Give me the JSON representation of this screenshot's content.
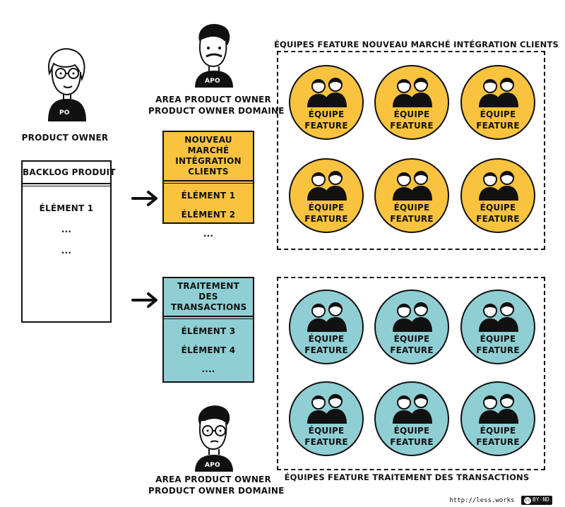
{
  "product_owner": {
    "label": "PRODUCT OWNER",
    "badge": "PO",
    "backlog_title": "BACKLOG PRODUIT",
    "items": [
      "ÉLÉMENT 1",
      "...",
      "..."
    ]
  },
  "areas": [
    {
      "apo_badge": "APO",
      "owner_label_1": "AREA PRODUCT OWNER",
      "owner_label_2": "PRODUCT OWNER DOMAINE",
      "backlog_title": "NOUVEAU MARCHÉ INTÉGRATION CLIENTS",
      "items": [
        "ÉLÉMENT 1",
        "ÉLÉMENT 2",
        "..."
      ],
      "region_label": "ÉQUIPES FEATURE NOUVEAU MARCHÉ INTÉGRATION CLIENTS",
      "color": "#f9c33f"
    },
    {
      "apo_badge": "APO",
      "owner_label_1": "AREA PRODUCT OWNER",
      "owner_label_2": "PRODUCT OWNER DOMAINE",
      "backlog_title": "TRAITEMENT DES TRANSACTIONS",
      "items": [
        "ÉLÉMENT 3",
        "ÉLÉMENT 4",
        "...."
      ],
      "region_label": "ÉQUIPES FEATURE TRAITEMENT DES TRANSACTIONS",
      "color": "#8fcfd4"
    }
  ],
  "team_label_1": "ÉQUIPE",
  "team_label_2": "FEATURE",
  "footer": {
    "url": "http://less.works",
    "license": "BY-ND",
    "cc": "cc"
  }
}
